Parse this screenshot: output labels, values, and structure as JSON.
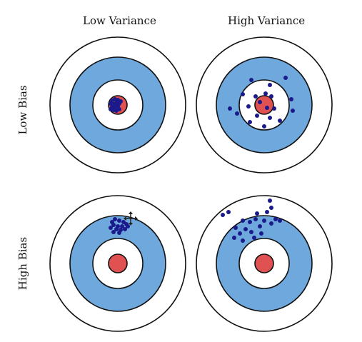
{
  "header": {
    "col_low": "Low Variance",
    "col_high": "High Variance",
    "row_low": "Low Bias",
    "row_high": "High Bias"
  },
  "colors": {
    "ring_blue": "#6fa8dc",
    "bullseye_red": "#e05252",
    "dot_navy": "#1a1a8c",
    "ring_line": "#111111"
  },
  "targets": [
    {
      "name": "low-bias-low-variance",
      "dots": [
        [
          -8,
          -6
        ],
        [
          -4,
          -8
        ],
        [
          0,
          -7
        ],
        [
          -10,
          -2
        ],
        [
          -6,
          -1
        ],
        [
          -2,
          -3
        ],
        [
          2,
          -2
        ],
        [
          -8,
          3
        ],
        [
          -4,
          4
        ],
        [
          0,
          2
        ],
        [
          -6,
          7
        ],
        [
          -2,
          8
        ],
        [
          2,
          6
        ],
        [
          -10,
          6
        ],
        [
          4,
          -5
        ],
        [
          -3,
          0
        ]
      ]
    },
    {
      "name": "low-bias-high-variance",
      "dots": [
        [
          -18,
          -35
        ],
        [
          8,
          -28
        ],
        [
          30,
          -38
        ],
        [
          -30,
          -15
        ],
        [
          -12,
          -12
        ],
        [
          10,
          -12
        ],
        [
          38,
          -8
        ],
        [
          -48,
          5
        ],
        [
          -22,
          2
        ],
        [
          4,
          4
        ],
        [
          14,
          5
        ],
        [
          40,
          8
        ],
        [
          -38,
          12
        ],
        [
          -10,
          15
        ],
        [
          8,
          18
        ],
        [
          -20,
          24
        ],
        [
          0,
          30
        ],
        [
          22,
          22
        ],
        [
          2,
          -16
        ],
        [
          -6,
          -4
        ]
      ]
    },
    {
      "name": "high-bias-low-variance",
      "dots": [
        [
          -8,
          -58
        ],
        [
          -4,
          -62
        ],
        [
          2,
          -60
        ],
        [
          8,
          -58
        ],
        [
          12,
          -55
        ],
        [
          -6,
          -54
        ],
        [
          0,
          -52
        ],
        [
          6,
          -52
        ],
        [
          -10,
          -50
        ],
        [
          -2,
          -48
        ],
        [
          4,
          -47
        ],
        [
          10,
          -48
        ],
        [
          -6,
          -44
        ],
        [
          2,
          -43
        ],
        [
          14,
          -52
        ]
      ]
    },
    {
      "name": "high-bias-high-variance",
      "dots": [
        [
          -58,
          -68
        ],
        [
          -50,
          -72
        ],
        [
          -30,
          -60
        ],
        [
          -20,
          -58
        ],
        [
          -12,
          -62
        ],
        [
          -6,
          -52
        ],
        [
          0,
          -60
        ],
        [
          4,
          -72
        ],
        [
          10,
          -56
        ],
        [
          16,
          -62
        ],
        [
          22,
          -60
        ],
        [
          -40,
          -50
        ],
        [
          -34,
          -42
        ],
        [
          -26,
          -48
        ],
        [
          -18,
          -44
        ],
        [
          -14,
          -36
        ],
        [
          -4,
          -42
        ],
        [
          -30,
          -32
        ],
        [
          -42,
          -36
        ],
        [
          8,
          -88
        ],
        [
          10,
          -78
        ],
        [
          -10,
          -70
        ]
      ]
    }
  ]
}
